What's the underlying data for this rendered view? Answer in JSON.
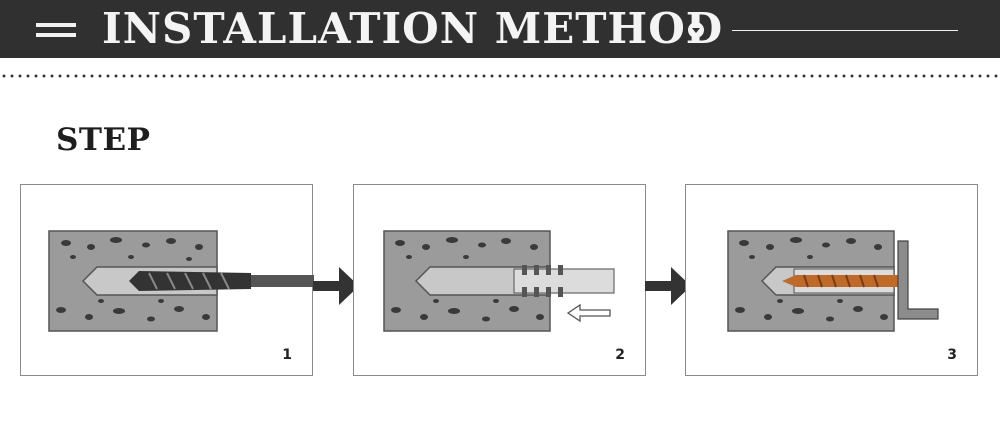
{
  "header": {
    "title": "INSTALLATION METHOD",
    "menu_icon": "hamburger-menu-icon",
    "dropdown_icon": "circle-down-arrow-icon"
  },
  "section": {
    "heading": "STEP"
  },
  "steps": [
    {
      "number": "1",
      "illustration": "drill-bit-boring-hole-in-concrete"
    },
    {
      "number": "2",
      "illustration": "inserting-wall-plug-into-hole"
    },
    {
      "number": "3",
      "illustration": "screw-fastening-bracket-through-plug"
    }
  ],
  "colors": {
    "banner_bg": "#303030",
    "concrete": "#9a9a9a",
    "accent_screw": "#c06a2a"
  }
}
